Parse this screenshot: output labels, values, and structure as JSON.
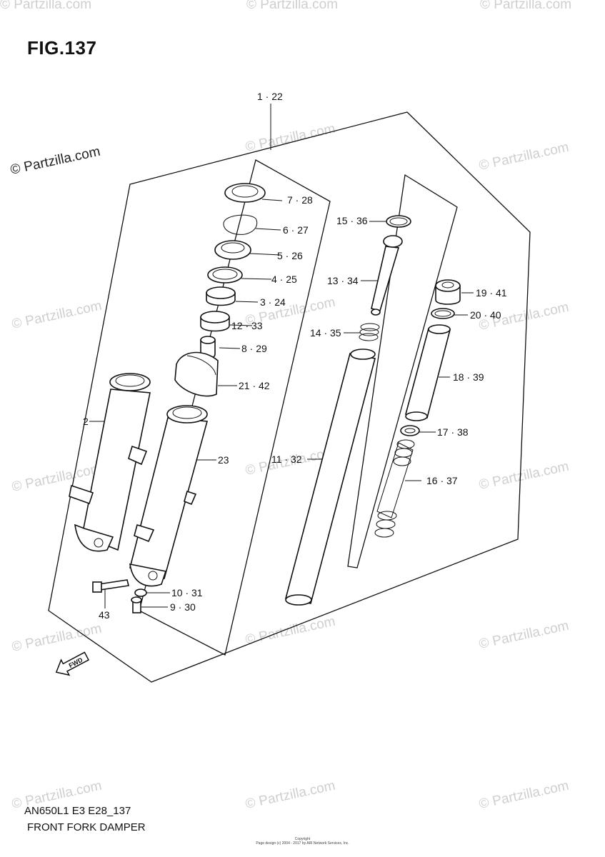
{
  "figure": {
    "title": "FIG.137",
    "model_code": "AN650L1 E3 E28_137",
    "caption": "FRONT FORK DAMPER",
    "copyright_lines": [
      "Copyright",
      "Page design (c) 2004 - 2017 by ARI Network Services, Inc."
    ]
  },
  "watermark": {
    "main": "© Partzilla.com",
    "faint": "© Partzilla.com"
  },
  "callouts": [
    {
      "id": "1",
      "label": "1 · 22"
    },
    {
      "id": "2",
      "label": "2"
    },
    {
      "id": "3",
      "label": "3 · 24"
    },
    {
      "id": "4",
      "label": "4 · 25"
    },
    {
      "id": "5",
      "label": "5 · 26"
    },
    {
      "id": "6",
      "label": "6 · 27"
    },
    {
      "id": "7",
      "label": "7 · 28"
    },
    {
      "id": "8",
      "label": "8 · 29"
    },
    {
      "id": "9",
      "label": "9 · 30"
    },
    {
      "id": "10",
      "label": "10 · 31"
    },
    {
      "id": "11",
      "label": "11 · 32"
    },
    {
      "id": "12",
      "label": "12 · 33"
    },
    {
      "id": "13",
      "label": "13 · 34"
    },
    {
      "id": "14",
      "label": "14 · 35"
    },
    {
      "id": "15",
      "label": "15 · 36"
    },
    {
      "id": "16",
      "label": "16 · 37"
    },
    {
      "id": "17",
      "label": "17 · 38"
    },
    {
      "id": "18",
      "label": "18 · 39"
    },
    {
      "id": "19",
      "label": "19 · 41"
    },
    {
      "id": "20",
      "label": "20 · 40"
    },
    {
      "id": "21",
      "label": "21 · 42"
    },
    {
      "id": "23",
      "label": "23"
    },
    {
      "id": "43",
      "label": "43"
    }
  ],
  "fwd_arrow_label": "FWD"
}
